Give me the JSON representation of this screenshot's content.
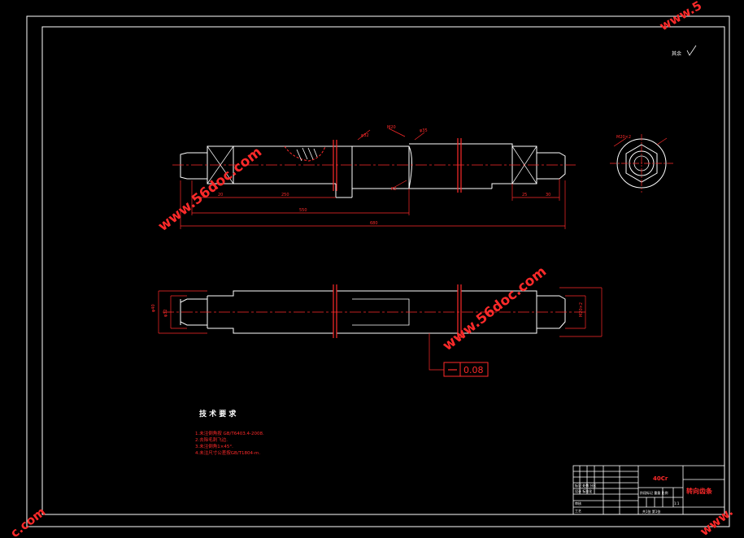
{
  "watermark": "www.56doc.com",
  "watermark_partial_top": "www.5",
  "watermark_partial_bottom_left": "c.com",
  "watermark_partial_bottom_right": "www.",
  "roughness_note": "其余",
  "tolerance_value": "0.08",
  "tech_requirements": {
    "title": "技 术 要 求",
    "items": [
      "1.未注倒角按 GB/T6403.4-2008.",
      "2.去除毛刺飞边.",
      "3.未注倒角1×45°.",
      "4.未注尺寸公差按GB/T1804-m."
    ]
  },
  "title_block": {
    "material": "40Cr",
    "part_name": "转向齿条",
    "scale": "1:1",
    "sheet": "共1张 第1张",
    "row_labels": [
      "标记 处数 分区",
      "设计 标准化",
      "审核",
      "工艺"
    ],
    "stage_label": "阶段标记 重量 比例"
  },
  "dimensions": {
    "d1": "20",
    "d2": "250",
    "d3": "550",
    "d4": "680",
    "d5": "25",
    "d6": "30",
    "d7": "φ32",
    "d8": "M20",
    "d9": "R2",
    "d10": "φ35",
    "d11": "M20×2",
    "d12": "φ40",
    "d13": "φ32",
    "d14": "M20×2"
  },
  "colors": {
    "background": "#000000",
    "frame": "#ffffff",
    "annotation": "#ff2a2a"
  }
}
